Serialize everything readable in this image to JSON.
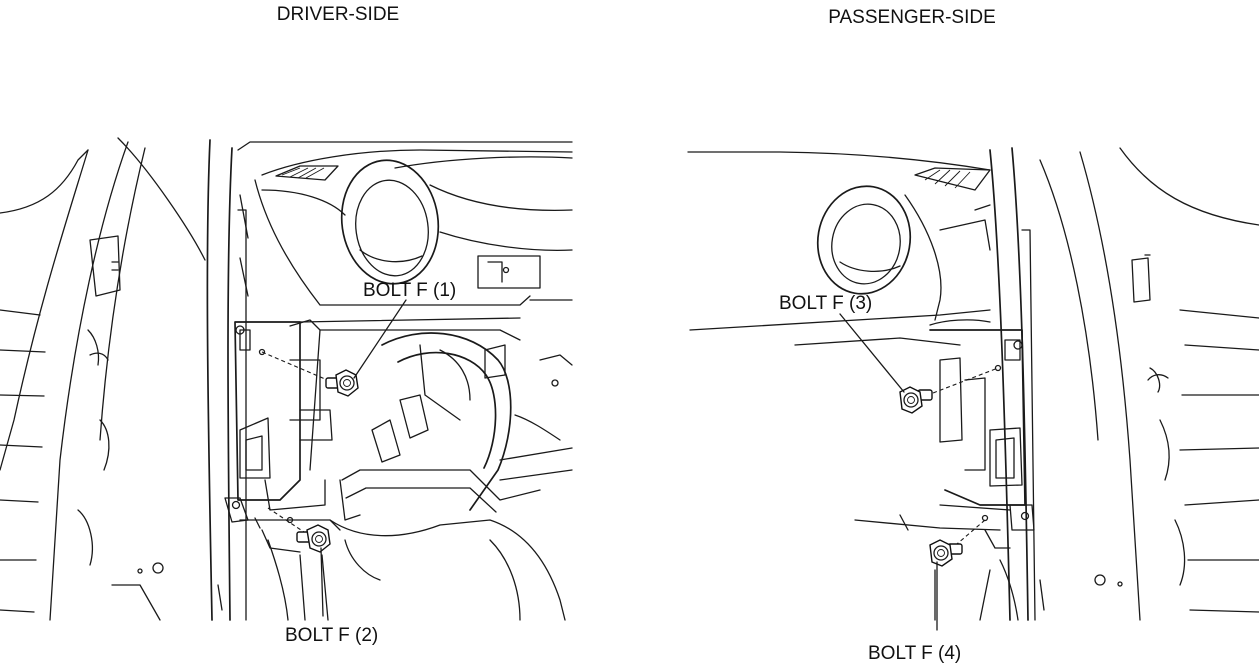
{
  "views": [
    {
      "title": "DRIVER-SIDE",
      "callouts": [
        {
          "id": "bolt-f-1",
          "label": "BOLT F (1)"
        },
        {
          "id": "bolt-f-2",
          "label": "BOLT F (2)"
        }
      ]
    },
    {
      "title": "PASSENGER-SIDE",
      "callouts": [
        {
          "id": "bolt-f-3",
          "label": "BOLT F (3)"
        },
        {
          "id": "bolt-f-4",
          "label": "BOLT F (4)"
        }
      ]
    }
  ]
}
